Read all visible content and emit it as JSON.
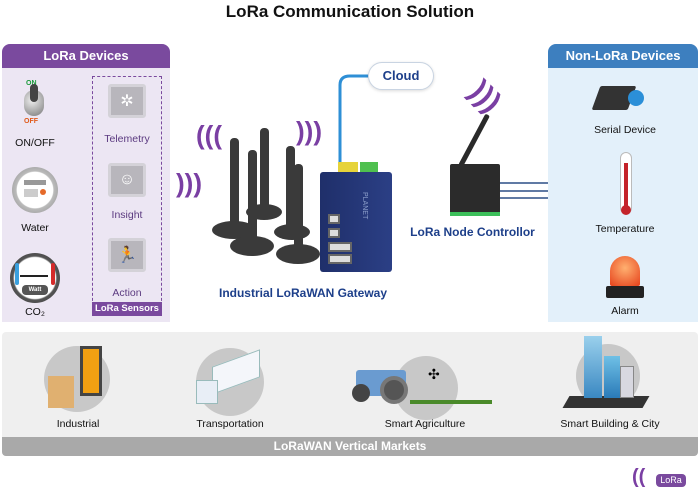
{
  "title": "LoRa Communication Solution",
  "lora_devices": {
    "header": "LoRa Devices",
    "devices": [
      {
        "label": "ON/OFF",
        "icon": "toggle-switch-icon",
        "on_text": "ON",
        "off_text": "OFF"
      },
      {
        "label": "Water",
        "icon": "water-meter-icon"
      },
      {
        "label": "CO₂",
        "icon": "gauge-icon",
        "gauge_text": "Watt"
      }
    ],
    "sensors_tag": "LoRa Sensors",
    "sensors": [
      {
        "label": "Telemetry",
        "icon": "network-chip-icon"
      },
      {
        "label": "Insight",
        "icon": "brain-chip-icon"
      },
      {
        "label": "Action",
        "icon": "running-person-chip-icon"
      }
    ]
  },
  "gateway": {
    "label": "Industrial LoRaWAN Gateway",
    "brand": "PLANET"
  },
  "cloud": {
    "label": "Cloud"
  },
  "node_controller": {
    "label": "LoRa Node Controllor"
  },
  "non_lora_devices": {
    "header": "Non-LoRa Devices",
    "devices": [
      {
        "label": "Serial Device",
        "icon": "serial-device-icon"
      },
      {
        "label": "Temperature",
        "icon": "thermometer-icon"
      },
      {
        "label": "Alarm",
        "icon": "alarm-beacon-icon"
      }
    ]
  },
  "markets": {
    "footer": "LoRaWAN Vertical Markets",
    "items": [
      {
        "label": "Industrial",
        "icon": "forklift-icon"
      },
      {
        "label": "Transportation",
        "icon": "truck-icon"
      },
      {
        "label": "Smart Agriculture",
        "icon": "tractor-drone-icon"
      },
      {
        "label": "Smart Building & City",
        "icon": "city-buildings-icon"
      }
    ]
  },
  "logo": {
    "text": "LoRa"
  },
  "colors": {
    "lora_purple": "#7a4a9e",
    "non_lora_blue": "#3d7fbf",
    "label_blue": "#1d3f8a",
    "market_gray": "#a9a9a9"
  }
}
